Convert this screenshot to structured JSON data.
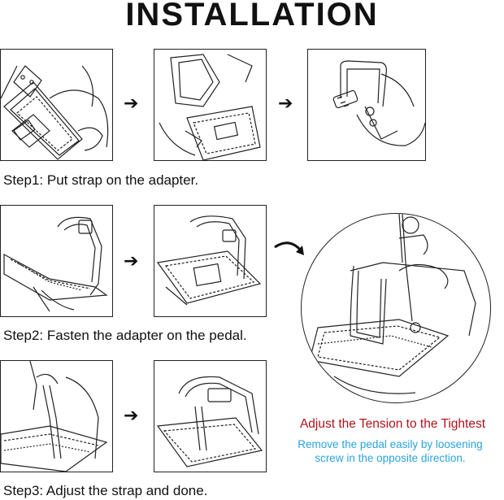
{
  "title": "INSTALLATION",
  "steps": [
    {
      "label": "Step1: Put strap on the adapter."
    },
    {
      "label": "Step2: Fasten the adapter on the pedal."
    },
    {
      "label": "Step3: Adjust the strap and done."
    }
  ],
  "detail": {
    "headline": "Adjust the Tension to the Tightest",
    "note_line1": "Remove the pedal easily by loosening",
    "note_line2": "screw in the opposite direction."
  },
  "colors": {
    "headline": "#b0121b",
    "note": "#29a3dd",
    "line_art": "#222222"
  },
  "icons": {
    "arrow": "right-arrow-icon",
    "curve_arrow": "curved-arrow-icon"
  }
}
